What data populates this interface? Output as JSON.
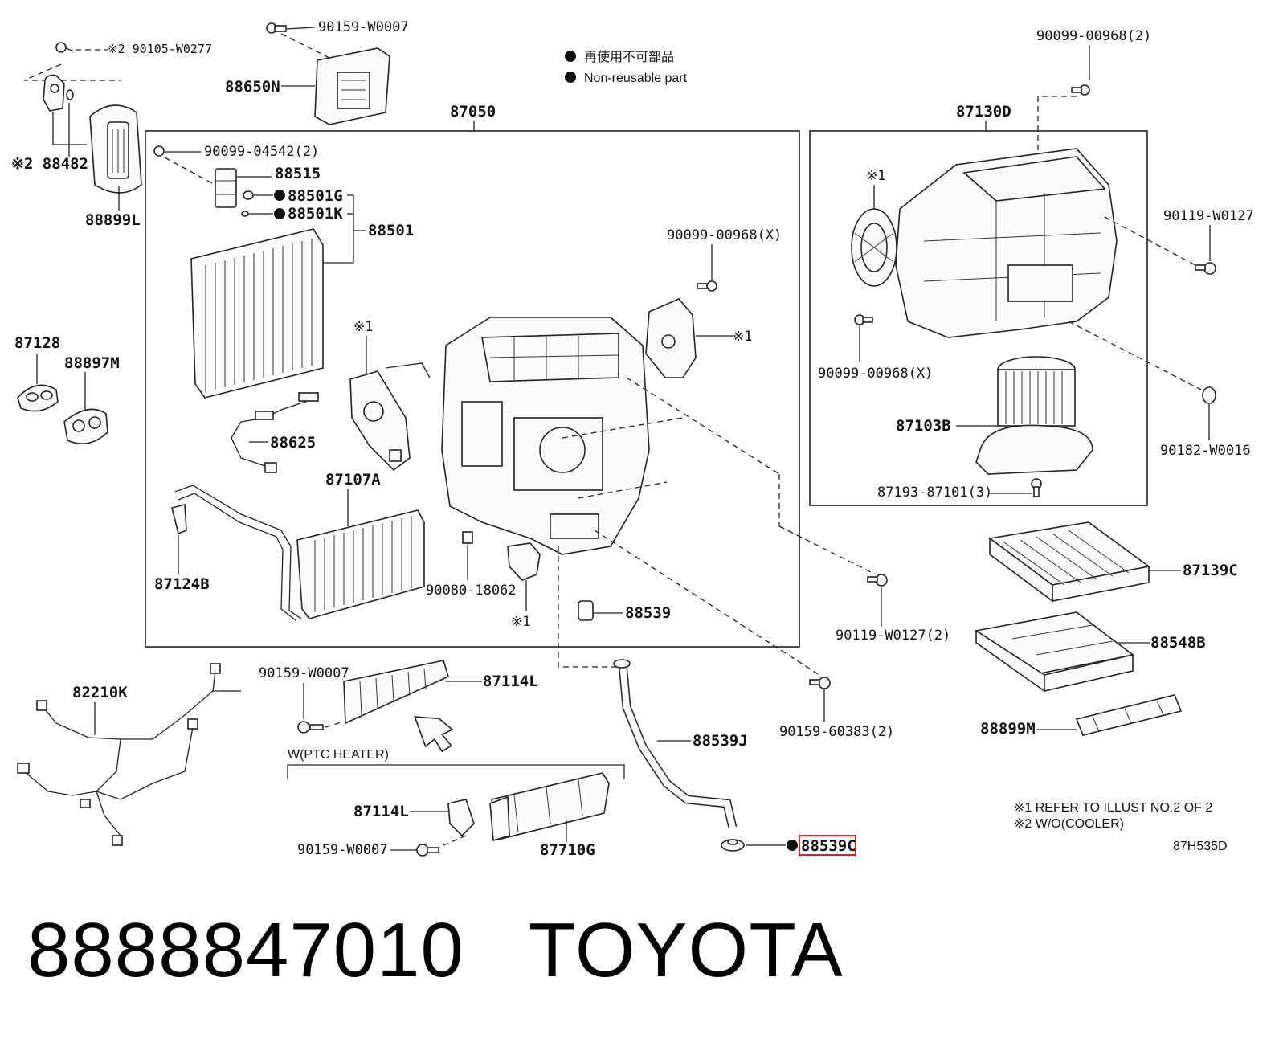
{
  "legend": {
    "jp": "再使用不可部品",
    "en": "Non-reusable part"
  },
  "main_assembly": "87050",
  "right_assembly": "87130D",
  "parts": {
    "p90105": "※2 90105-W0277",
    "p90159_top": "90159-W0007",
    "p88650N": "88650N",
    "p88482": "※2 88482",
    "p88899L": "88899L",
    "p90099_04542": "90099-04542(2)",
    "p88515": "88515",
    "p88501G": "88501G",
    "p88501K": "88501K",
    "p88501": "88501",
    "p90099_00968X_mid": "90099-00968(X)",
    "p87128": "87128",
    "p88897M": "88897M",
    "p88625": "88625",
    "p87107A": "87107A",
    "p87124B": "87124B",
    "p90080": "90080-18062",
    "p88539": "88539",
    "p90119_2": "90119-W0127(2)",
    "p90099_00968_2": "90099-00968(2)",
    "p90119": "90119-W0127",
    "p90099_00968X_right": "90099-00968(X)",
    "p87103B": "87103B",
    "p90182": "90182-W0016",
    "p87193": "87193-87101(3)",
    "p87139C": "87139C",
    "p88548B": "88548B",
    "p88899M": "88899M",
    "p82210K": "82210K",
    "p90159_mid": "90159-W0007",
    "p87114L_top": "87114L",
    "p88539J": "88539J",
    "p90159_60383": "90159-60383(2)",
    "ptc_heater": "W(PTC HEATER)",
    "p87114L_bot": "87114L",
    "p90159_bot": "90159-W0007",
    "p87710G": "87710G",
    "p88539C": "88539C"
  },
  "ref_marks": {
    "r1": "※1",
    "r2": "※1",
    "r3": "※1",
    "r4": "※1"
  },
  "notes": {
    "n1": "※1 REFER TO ILLUST NO.2 OF 2",
    "n2": "※2 W/O(COOLER)",
    "code": "87H535D"
  },
  "footer": {
    "part_number": "8888847010",
    "brand": "TOYOTA"
  },
  "colors": {
    "highlight": "#e02020",
    "line": "#222222"
  }
}
